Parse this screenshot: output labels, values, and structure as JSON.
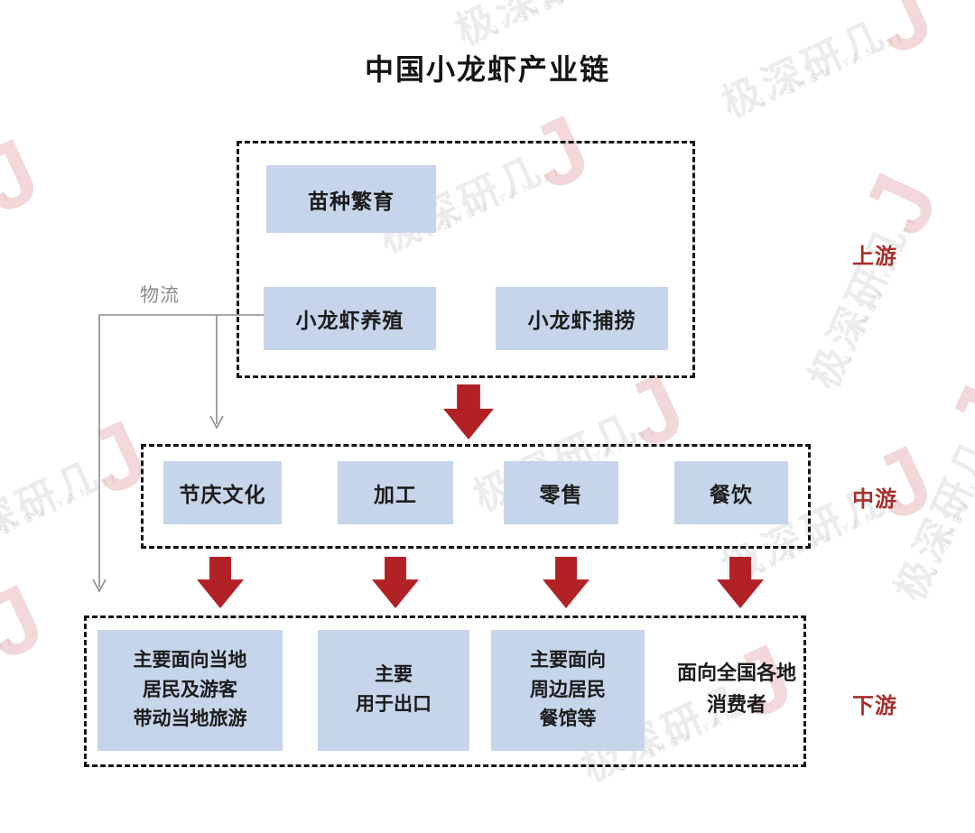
{
  "title": "中国小龙虾产业链",
  "logistics": {
    "label": "物流"
  },
  "stages": {
    "upstream": {
      "label": "上游",
      "boxes": {
        "breeding": "苗种繁育",
        "farming": "小龙虾养殖",
        "fishing": "小龙虾捕捞"
      }
    },
    "midstream": {
      "label": "中游",
      "boxes": {
        "festival": "节庆文化",
        "processing": "加工",
        "retail": "零售",
        "catering": "餐饮"
      }
    },
    "downstream": {
      "label": "下游",
      "boxes": {
        "local": "主要面向当地\n居民及游客\n带动当地旅游",
        "export": "主要\n用于出口",
        "nearby": "主要面向\n周边居民\n餐馆等"
      },
      "note": "面向全国各地\n消费者"
    }
  },
  "watermark": {
    "text": "极深研几",
    "subtext": "JI SHEN YAN JI",
    "logo": "J"
  },
  "colors": {
    "background": "#ffffff",
    "box_fill": "#c6d5e9",
    "box_text": "#1c1c1c",
    "arrow_red": "#b22126",
    "stage_red": "#a5302e",
    "line_gray": "#8c8c8c",
    "border_dark": "#141414"
  }
}
